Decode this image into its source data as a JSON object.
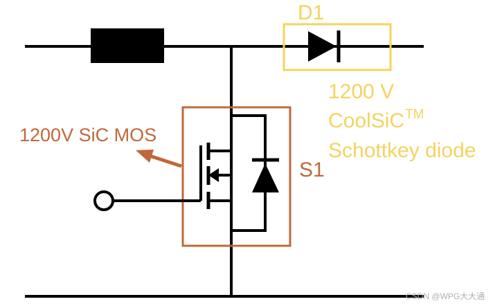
{
  "colors": {
    "wire": "#000000",
    "diode_box": "#f4d35e",
    "switch_box": "#c0683a"
  },
  "labels": {
    "d1_name": "D1",
    "d1_line1": "1200 V",
    "d1_line2": "CoolSiC",
    "d1_superscript": "TM",
    "d1_line3": "Schottkey diode",
    "s1_name": "S1",
    "mos_label": "1200V SiC MOS"
  },
  "watermark": "CSDN @WPG大大通"
}
